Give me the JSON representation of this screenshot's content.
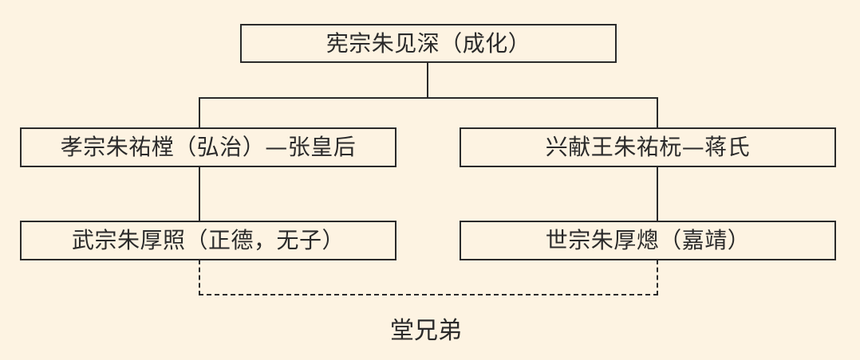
{
  "diagram": {
    "root": {
      "label": "宪宗朱见深（成化）"
    },
    "left_branch": {
      "label": "孝宗朱祐樘（弘治）—张皇后"
    },
    "right_branch": {
      "label": "兴献王朱祐杬—蒋氏"
    },
    "left_child": {
      "label": "武宗朱厚照（正德，无子）"
    },
    "right_child": {
      "label": "世宗朱厚熜（嘉靖）"
    },
    "relation": {
      "label": "堂兄弟"
    }
  }
}
